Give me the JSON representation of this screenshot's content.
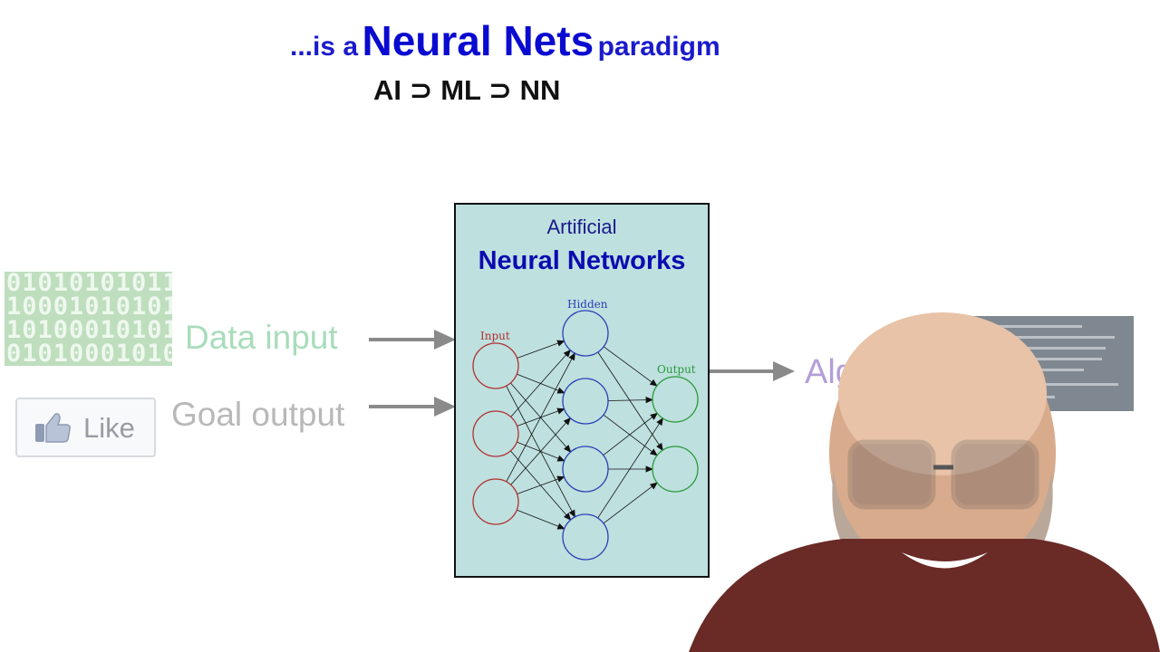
{
  "slide": {
    "title_prefix": "...is a",
    "title_main": "Neural Nets",
    "title_suffix": "paradigm",
    "subset_line": "AI ⊃ ML ⊃ NN"
  },
  "inputs": {
    "binary_lines": [
      "01010101011",
      "10001010101",
      "10100010101",
      "01010001010"
    ],
    "data_label": "Data input",
    "like_label": "Like",
    "goal_label": "Goal output"
  },
  "network_box": {
    "heading_small": "Artificial",
    "heading_big": "Neural Networks",
    "layer_input": "Input",
    "layer_hidden": "Hidden",
    "layer_output": "Output",
    "colors": {
      "box_bg": "#bee0df",
      "input": "#b03030",
      "hidden": "#2b3fb5",
      "output": "#2a9a3a"
    }
  },
  "outputs": {
    "algo_label": "Algo"
  },
  "icons": {
    "thumb": "thumbs-up-icon",
    "arrow": "right-arrow-icon"
  }
}
